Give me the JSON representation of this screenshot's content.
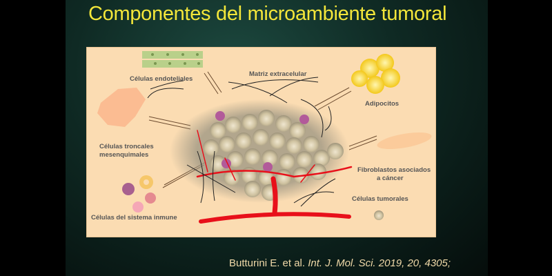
{
  "slide": {
    "title": "Componentes del microambiente tumoral",
    "figure_labels": {
      "endothelial": "Células endoteliales",
      "matrix": "Matriz extracelular",
      "adipocytes": "Adipocitos",
      "stem_line1": "Células troncales",
      "stem_line2": "mesenquimales",
      "fibro_line1": "Fibroblastos asociados",
      "fibro_line2": "a cáncer",
      "tumor": "Células tumorales",
      "immune": "Células del sistema inmune"
    },
    "citation": {
      "authors": "Butturini E. et al.",
      "journal": "Int. J. Mol. Sci. 2019, 20, 4305;"
    }
  }
}
